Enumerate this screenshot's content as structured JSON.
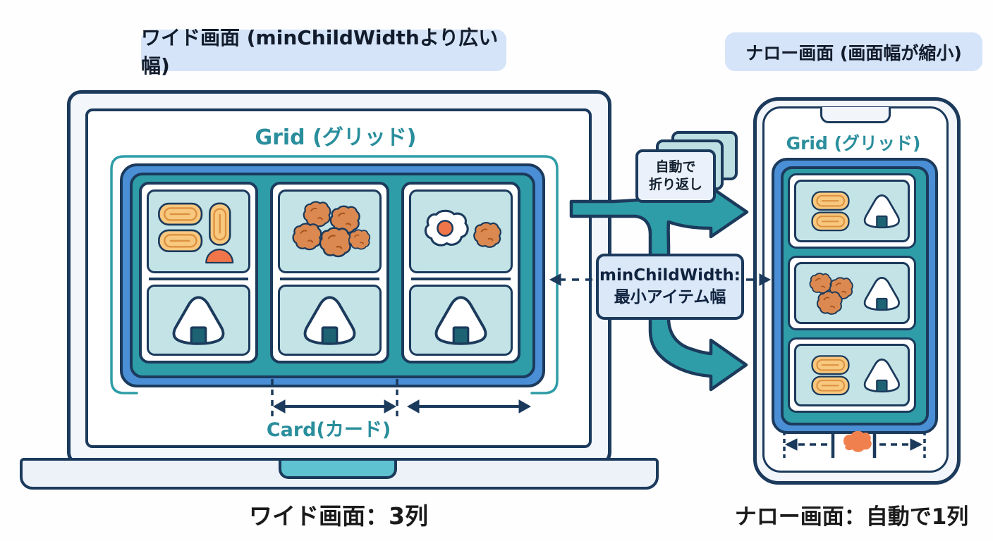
{
  "headers": {
    "wide": "ワイド画面 (minChildWidthより広い幅)",
    "narrow": "ナロー画面 (画面幅が縮小)"
  },
  "laptop": {
    "grid_label": "Grid (グリッド)",
    "card_label": "Card(カード)",
    "caption": "ワイド画面：3列",
    "cards": [
      {
        "top": "tamagoyaki-set",
        "bottom": "onigiri"
      },
      {
        "top": "karaage-cluster",
        "bottom": "onigiri"
      },
      {
        "top": "egg-karaage",
        "bottom": "onigiri"
      }
    ]
  },
  "phone": {
    "grid_label": "Grid (グリッド)",
    "caption": "ナロー画面：自動で1列",
    "cards": [
      {
        "left": "tamagoyaki-pair",
        "right": "onigiri"
      },
      {
        "left": "karaage-trio",
        "right": "onigiri"
      },
      {
        "left": "tamagoyaki-pair",
        "right": "onigiri"
      }
    ]
  },
  "annotations": {
    "wrap_l1": "自動で",
    "wrap_l2": "折り返し",
    "min_l1": "minChildWidth:",
    "min_l2": "最小アイテム幅"
  },
  "icons": {
    "onigiri": "rice-ball-icon",
    "tamagoyaki": "egg-roll-icon",
    "karaage": "fried-chicken-icon",
    "fried-egg": "fried-egg-icon",
    "sausage": "sausage-icon",
    "stacked-cards": "wrapping-cards-icon",
    "item-width-marker": "min-width-measure-icon"
  },
  "colors": {
    "outline_navy": "#1b3a5c",
    "teal_container": "#2e9da7",
    "teal_text": "#2a8e9c",
    "light_teal_cell": "#c3e3e6",
    "blue_container": "#4a8fd6",
    "pill_blue": "#d5e4f8",
    "note_blue": "#dbe8f8",
    "tamagoyaki": "#f8c87f",
    "karaage": "#db8950",
    "orange_accent": "#f0764a",
    "seaweed": "#1d6373"
  }
}
